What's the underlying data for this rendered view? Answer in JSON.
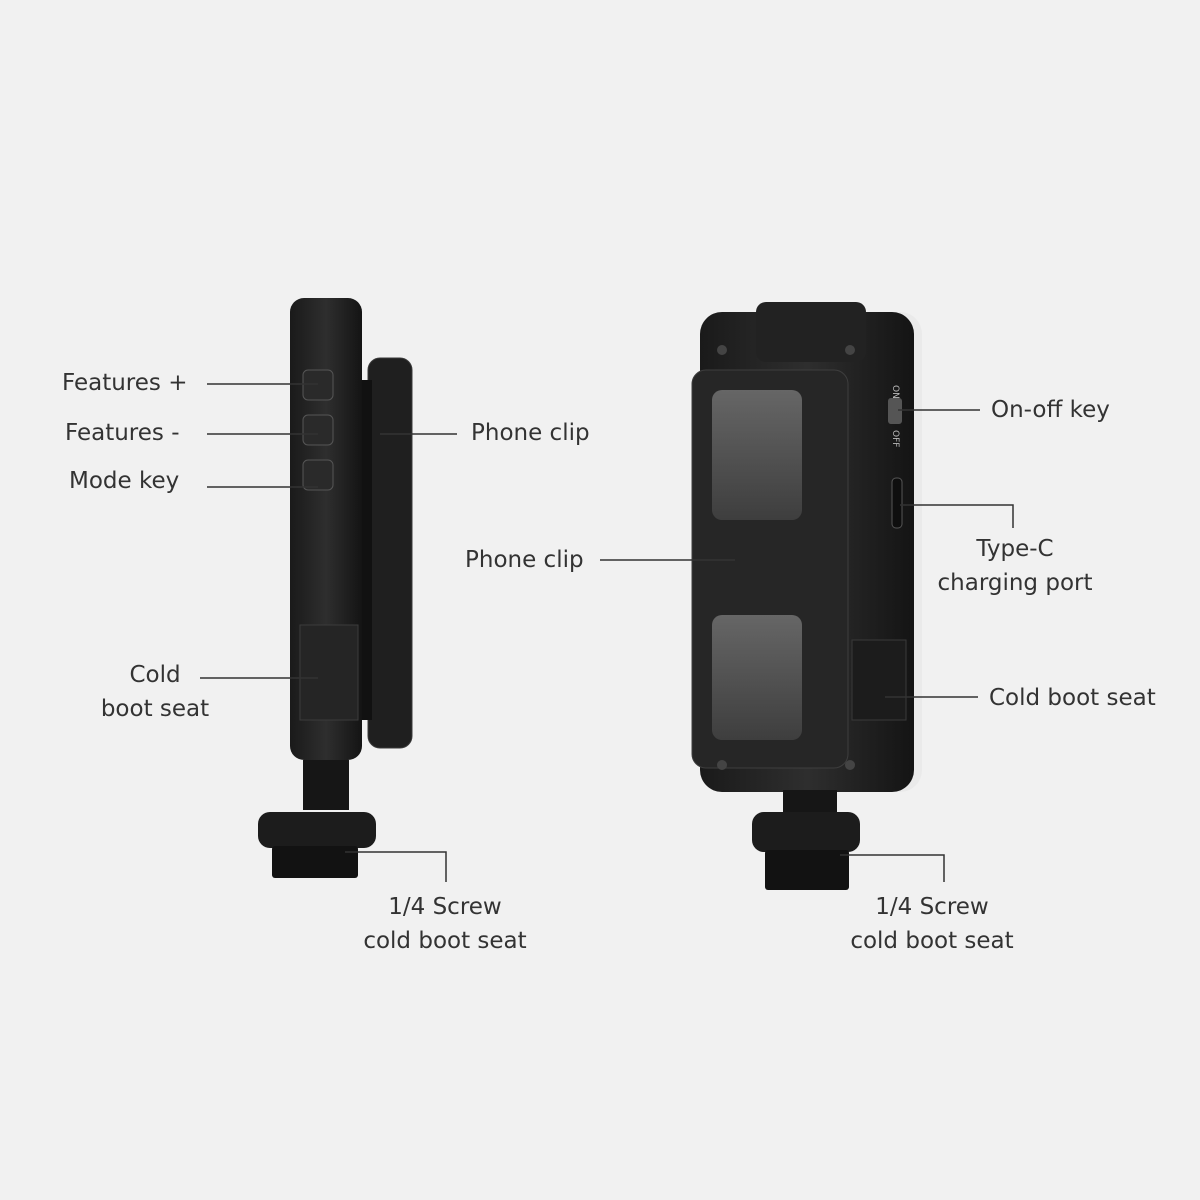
{
  "left_view": {
    "features_plus": "Features +",
    "features_minus": "Features -",
    "mode_key": "Mode key",
    "phone_clip": "Phone clip",
    "cold_boot_seat_1": "Cold",
    "cold_boot_seat_2": "boot seat",
    "screw_1": "1/4 Screw",
    "screw_2": "cold boot seat"
  },
  "right_view": {
    "on_off_key": "On-off key",
    "type_c_1": "Type-C",
    "type_c_2": "charging port",
    "phone_clip": "Phone clip",
    "cold_boot_seat": "Cold boot seat",
    "screw_1": "1/4 Screw",
    "screw_2": "cold boot seat",
    "switch_on": "ON",
    "switch_off": "OFF"
  }
}
